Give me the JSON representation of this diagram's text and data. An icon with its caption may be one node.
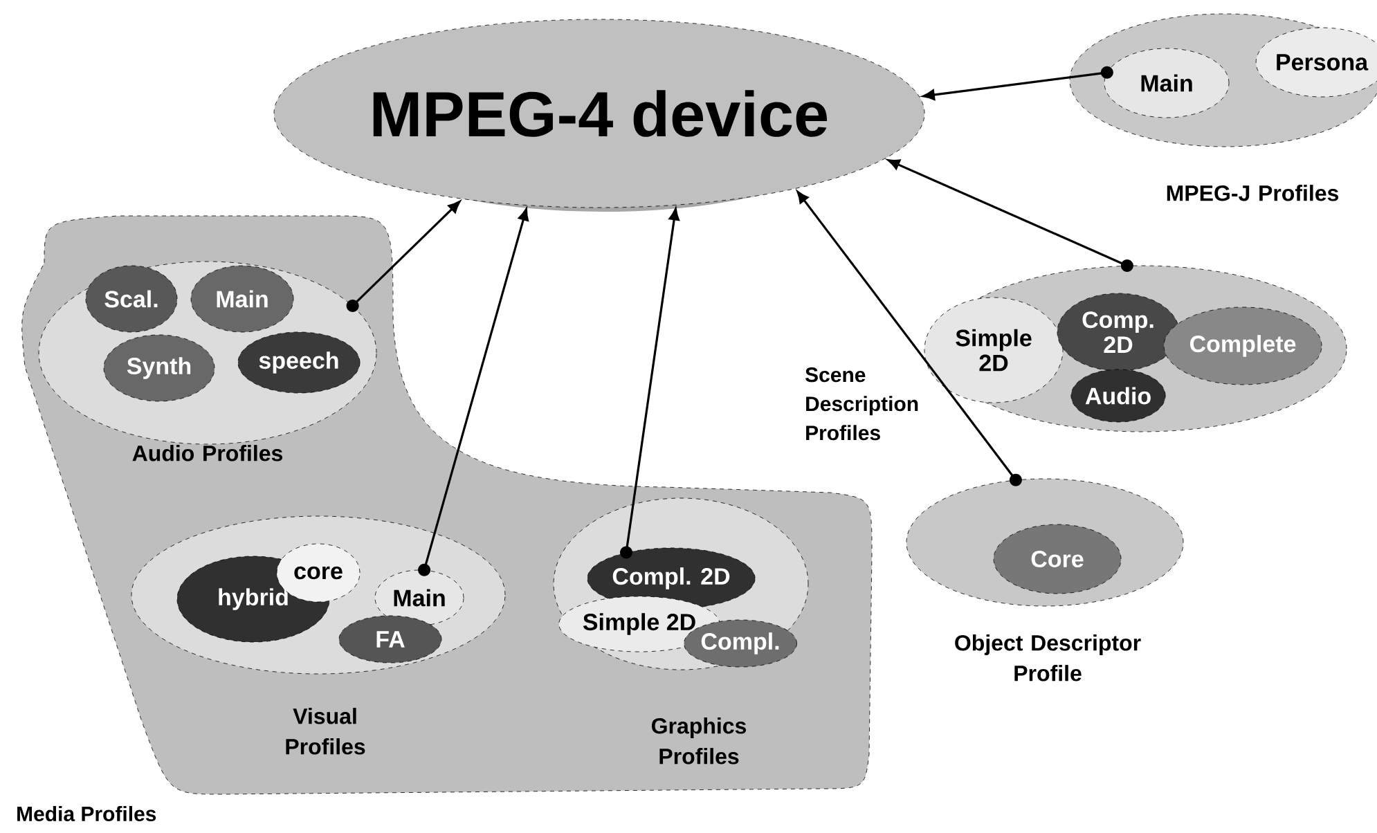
{
  "diagram": {
    "nodes": [
      {
        "text": [
          "MPEG-4 device"
        ]
      },
      {
        "text": [
          "Media Profiles"
        ]
      },
      {
        "text": [
          "Audio Profiles"
        ],
        "in": 1
      },
      {
        "text": [
          "Scal."
        ],
        "in": 2
      },
      {
        "text": [
          "Main"
        ],
        "in": 2
      },
      {
        "text": [
          "Synth"
        ],
        "in": 2
      },
      {
        "text": [
          "speech"
        ],
        "in": 2
      },
      {
        "text": [
          "Visual Profiles"
        ],
        "in": 1
      },
      {
        "text": [
          "hybrid"
        ],
        "in": 7
      },
      {
        "text": [
          "core"
        ],
        "in": 7
      },
      {
        "text": [
          "Main"
        ],
        "in": 7
      },
      {
        "text": [
          "FA"
        ],
        "in": 7
      },
      {
        "text": [
          "Graphics Profiles"
        ],
        "in": 1
      },
      {
        "text": [
          "Compl. 2D"
        ],
        "in": 12
      },
      {
        "text": [
          "Simple 2D"
        ],
        "in": 12
      },
      {
        "text": [
          "Compl."
        ],
        "in": 12
      },
      {
        "text": [
          "Scene Description Profiles"
        ]
      },
      {
        "text": [
          "Simple 2D"
        ],
        "in": 16
      },
      {
        "text": [
          "Comp. 2D"
        ],
        "in": 16
      },
      {
        "text": [
          "Audio"
        ],
        "in": 16
      },
      {
        "text": [
          "Complete"
        ],
        "in": 16
      },
      {
        "text": [
          "Object Descriptor Profile"
        ]
      },
      {
        "text": [
          "Core"
        ],
        "in": 21
      },
      {
        "text": [
          "MPEG-J Profiles"
        ]
      },
      {
        "text": [
          "Main"
        ],
        "in": 23
      },
      {
        "text": [
          "Persona"
        ],
        "in": 23
      }
    ],
    "edges": [
      {
        "from": 2,
        "to": 0,
        "arrow": "to"
      },
      {
        "from": 10,
        "to": 0,
        "arrow": "to"
      },
      {
        "from": 13,
        "to": 0,
        "arrow": "to"
      },
      {
        "from": 21,
        "to": 0,
        "arrow": "to"
      },
      {
        "from": 16,
        "to": 0,
        "arrow": "to"
      },
      {
        "from": 24,
        "to": 0,
        "arrow": "to"
      }
    ]
  }
}
